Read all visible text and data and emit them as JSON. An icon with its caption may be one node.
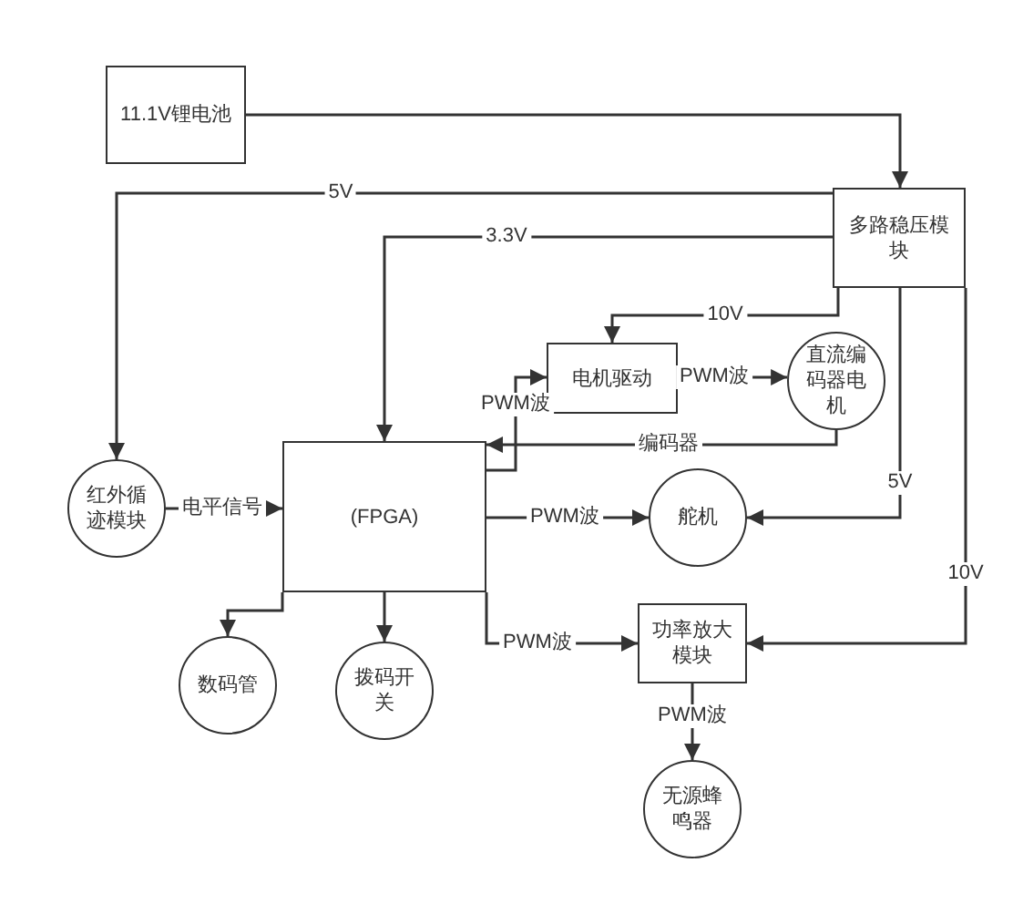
{
  "diagram": {
    "nodes": [
      {
        "text": [
          "11.1V锂电池"
        ]
      },
      {
        "text": [
          "多路稳压模块"
        ]
      },
      {
        "text": [
          "电机驱动"
        ]
      },
      {
        "text": [
          "直流编码器电机"
        ]
      },
      {
        "text": [
          "(FPGA)"
        ]
      },
      {
        "text": [
          "红外循迹模块"
        ]
      },
      {
        "text": [
          "舵机"
        ]
      },
      {
        "text": [
          "功率放大模块"
        ]
      },
      {
        "text": [
          "数码管"
        ]
      },
      {
        "text": [
          "拨码开关"
        ]
      },
      {
        "text": [
          "无源蜂鸣器"
        ]
      }
    ],
    "edges": [
      {
        "from": 0,
        "to": 1,
        "arrow": "to"
      },
      {
        "from": 1,
        "to": 5,
        "arrow": "to",
        "label": "5V"
      },
      {
        "from": 1,
        "to": 4,
        "arrow": "to",
        "label": "3.3V"
      },
      {
        "from": 1,
        "to": 2,
        "arrow": "to",
        "label": "10V"
      },
      {
        "from": 4,
        "to": 2,
        "arrow": "to",
        "label": "PWM波"
      },
      {
        "from": 2,
        "to": 3,
        "arrow": "to",
        "label": "PWM波"
      },
      {
        "from": 3,
        "to": 4,
        "arrow": "to",
        "label": "编码器"
      },
      {
        "from": 5,
        "to": 4,
        "arrow": "to",
        "label": "电平信号"
      },
      {
        "from": 4,
        "to": 6,
        "arrow": "to",
        "label": "PWM波"
      },
      {
        "from": 1,
        "to": 6,
        "arrow": "to",
        "label": "5V"
      },
      {
        "from": 1,
        "to": 7,
        "arrow": "to",
        "label": "10V"
      },
      {
        "from": 4,
        "to": 7,
        "arrow": "to",
        "label": "PWM波"
      },
      {
        "from": 4,
        "to": 8,
        "arrow": "to"
      },
      {
        "from": 4,
        "to": 9,
        "arrow": "to"
      },
      {
        "from": 7,
        "to": 10,
        "arrow": "to",
        "label": "PWM波"
      }
    ]
  }
}
